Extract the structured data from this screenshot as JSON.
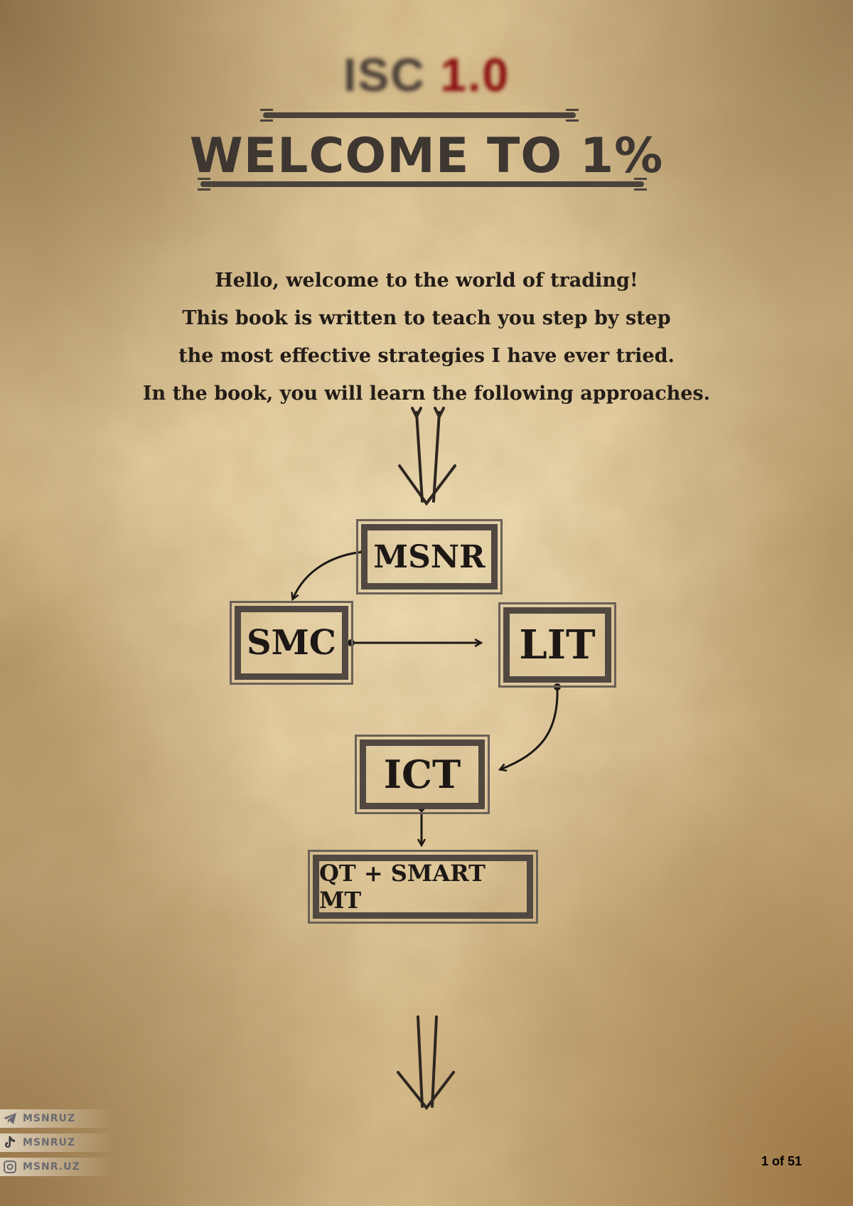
{
  "header": {
    "logo_part1": "ISC",
    "logo_part2": "1.0",
    "title": "WELCOME TO 1%"
  },
  "intro": {
    "lines": [
      "Hello, welcome to the world of trading!",
      "This book is written to teach you step by step",
      "the most effective strategies I have ever tried.",
      "In the book, you will learn the following approaches."
    ]
  },
  "flow": {
    "nodes": {
      "msnr": "MSNR",
      "smc": "SMC",
      "lit": "LIT",
      "ict": "ICT",
      "final": "QT + SMART MT"
    }
  },
  "social": [
    {
      "icon": "telegram-icon",
      "label": "MSNRUZ"
    },
    {
      "icon": "tiktok-icon",
      "label": "MSNRUZ"
    },
    {
      "icon": "instagram-icon",
      "label": "MSNR.UZ"
    }
  ],
  "footer": {
    "page_indicator": "1 of 51"
  },
  "colors": {
    "paper": "#dcc393",
    "ink": "#231c17",
    "frame": "#514841",
    "logo_accent": "#8a0f0f"
  }
}
